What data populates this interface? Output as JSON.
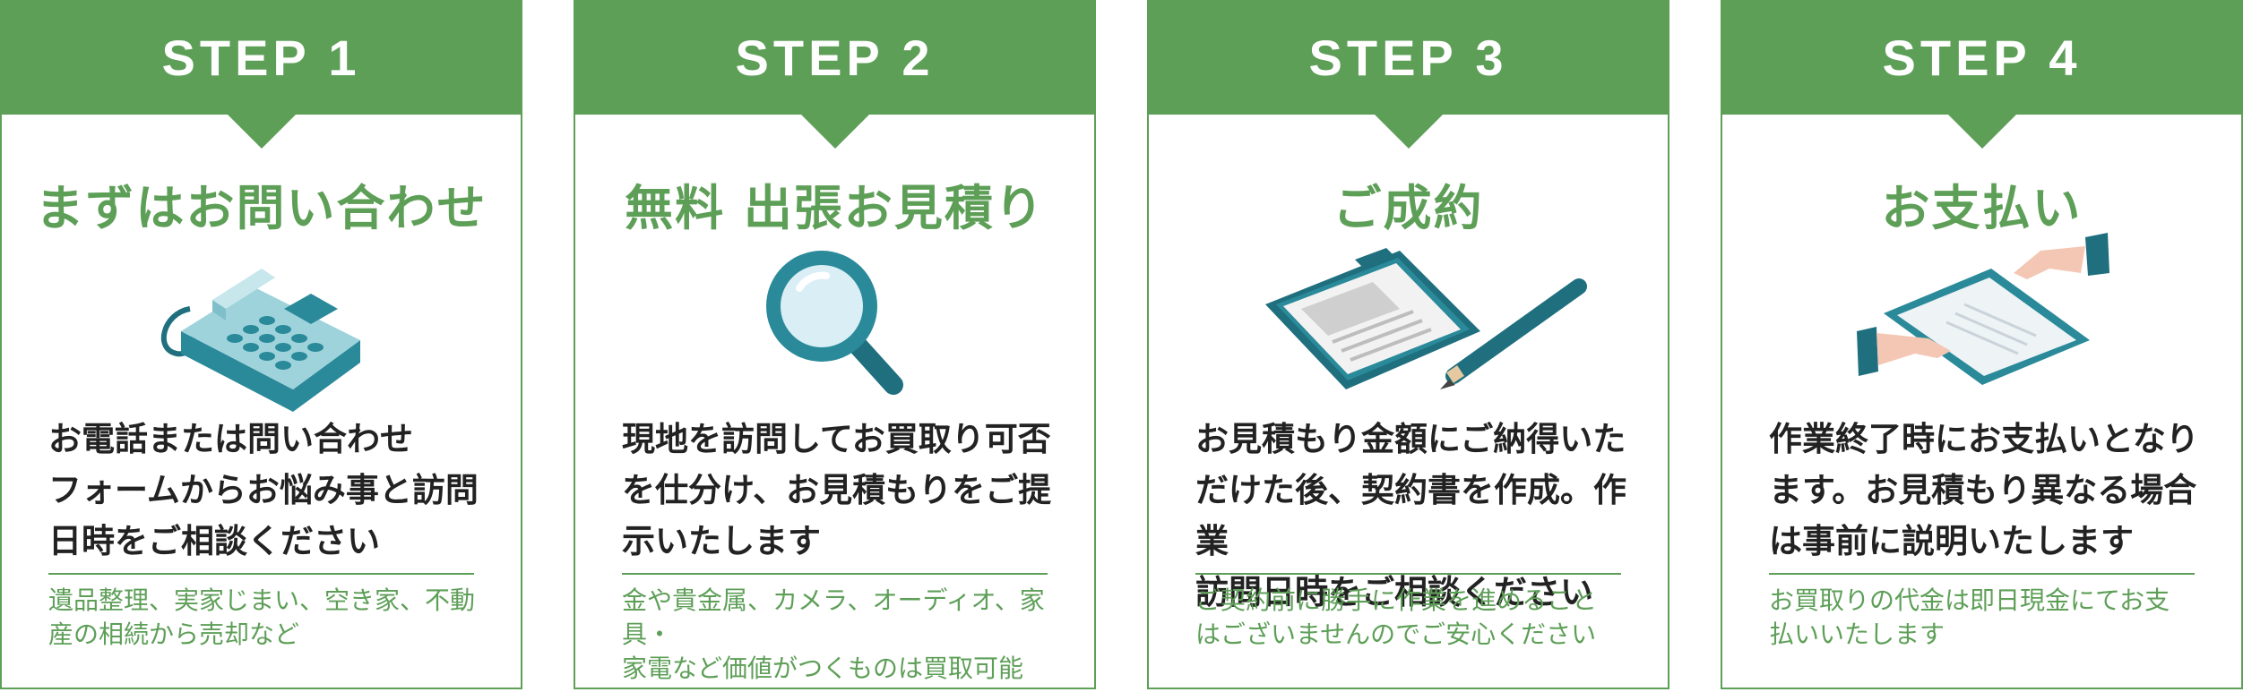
{
  "steps": [
    {
      "label": "STEP 1",
      "title": "まずはお問い合わせ",
      "icon": "telephone-icon",
      "description": "お電話または問い合わせ\nフォームからお悩み事と訪問\n日時をご相談ください",
      "note": "遺品整理、実家じまい、空き家、不動\n産の相続から売却など"
    },
    {
      "label": "STEP 2",
      "title": "無料 出張お見積り",
      "icon": "magnifying-glass-icon",
      "description": "現地を訪問してお買取り可否\nを仕分け、お見積もりをご提\n示いたします",
      "note": "金や貴金属、カメラ、オーディオ、家具・\n家電など価値がつくものは買取可能"
    },
    {
      "label": "STEP 3",
      "title": "ご成約",
      "icon": "clipboard-contract-icon",
      "description": "お見積もり金額にご納得いた\nだけた後、契約書を作成。作業\n訪問日時をご相談ください",
      "note": "ご契約前に勝手に作業を進めること\nはございませんのでご安心ください"
    },
    {
      "label": "STEP 4",
      "title": "お支払い",
      "icon": "handshake-document-icon",
      "description": "作業終了時にお支払いとなり\nます。お見積もり異なる場合\nは事前に説明いたします",
      "note": "お買取りの代金は即日現金にてお支\n払いいたします"
    }
  ],
  "colors": {
    "accent": "#5e9f58",
    "text": "#222222",
    "icon_teal": "#2a8a9a"
  }
}
